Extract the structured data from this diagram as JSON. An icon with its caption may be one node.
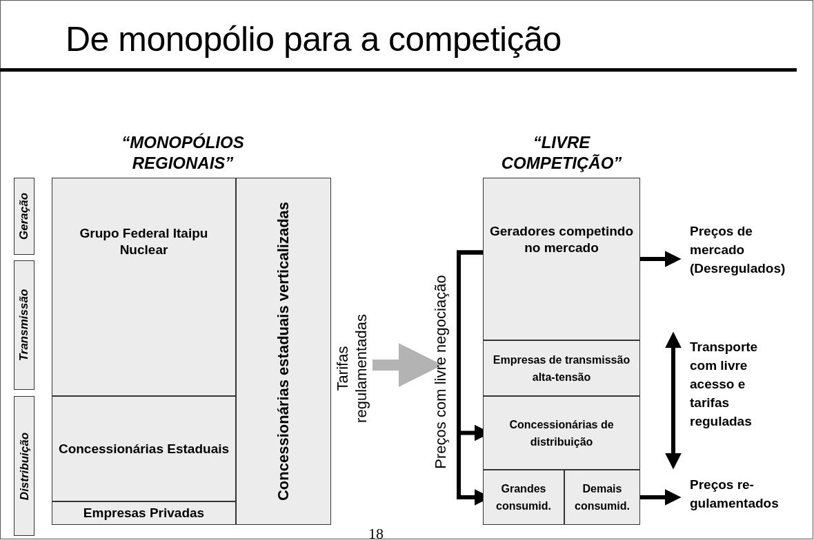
{
  "diagram": {
    "title": "De monopólio para a competição",
    "nodes": [
      {
        "text": [
          "Geração"
        ]
      },
      {
        "text": [
          "Transmissão"
        ]
      },
      {
        "text": [
          "Distribuição"
        ]
      },
      {
        "text": [
          "Grupo Federal Itaipu Nuclear"
        ]
      },
      {
        "text": [
          "Concessionárias Estaduais"
        ]
      },
      {
        "text": [
          "Empresas Privadas"
        ]
      },
      {
        "text": [
          "Concessionárias estaduais verticalizadas"
        ]
      },
      {
        "text": [
          "Tarifas regulamentadas"
        ]
      },
      {
        "text": [
          "Preços com livre negociação"
        ]
      },
      {
        "text": [
          "Geradores competindo no mercado"
        ]
      },
      {
        "text": [
          "Empresas de transmissão alta-tensão"
        ]
      },
      {
        "text": [
          "Concessionárias de distribuição"
        ]
      },
      {
        "text": [
          "Grandes consumid."
        ]
      },
      {
        "text": [
          "Demais consumid."
        ]
      },
      {
        "text": [
          "Preços de mercado (Desregulados)"
        ]
      },
      {
        "text": [
          "Preços re- gulamentados"
        ]
      }
    ],
    "edges": [
      {
        "from": 7,
        "to": 8,
        "arrow": "to",
        "style": "thick",
        "color": "#b3b3b3"
      },
      {
        "from": 9,
        "to": 11,
        "arrow": "to"
      },
      {
        "from": 9,
        "to": 12,
        "arrow": "to"
      },
      {
        "from": 9,
        "to": 14,
        "arrow": "to"
      },
      {
        "from": 13,
        "to": 15,
        "arrow": "to"
      }
    ],
    "labels": [
      "“MONOPÓLIOS REGIONAIS”",
      "“LIVRE COMPETIÇÃO”",
      "Transporte com livre acesso e tarifas reguladas",
      "18"
    ]
  }
}
